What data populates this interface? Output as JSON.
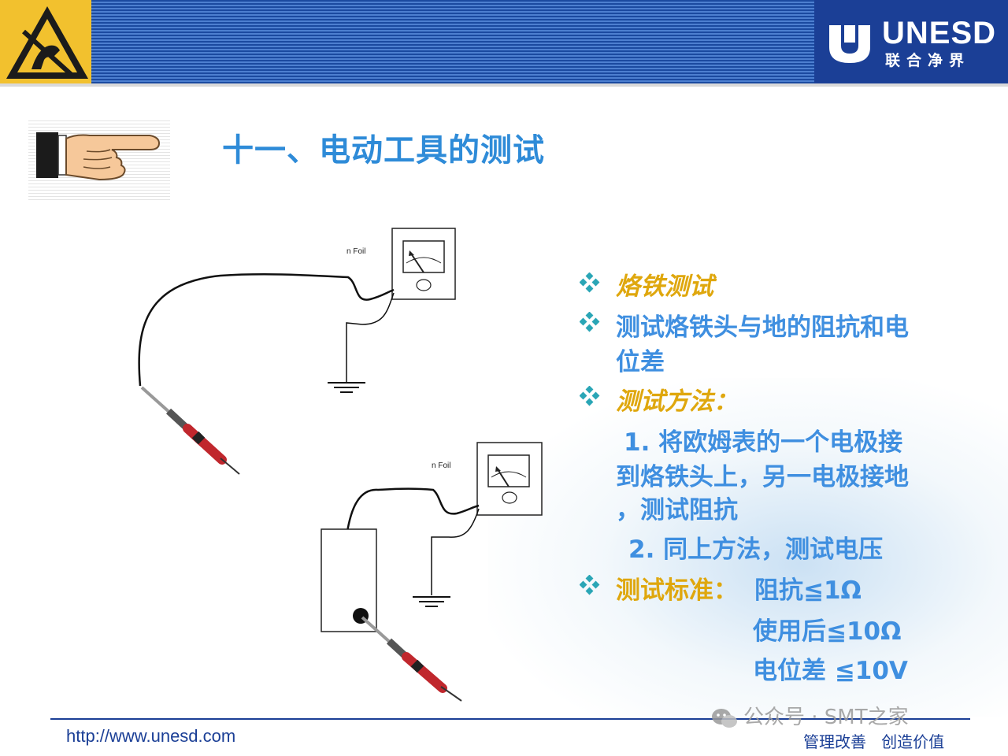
{
  "header": {
    "brand_name": "UNESD",
    "brand_sub": "联合净界"
  },
  "title": "十一、电动工具的测试",
  "bullets": [
    {
      "text": "烙铁测试",
      "style": "gold"
    },
    {
      "text": "测试烙铁头与地的阻抗和电",
      "style": "blue"
    },
    {
      "text": "位差",
      "style": "blue"
    },
    {
      "text": "测试方法：",
      "style": "gold"
    },
    {
      "text": "1. 将欧姆表的一个电极接",
      "style": "blue"
    },
    {
      "text": "到烙铁头上，另一电极接地",
      "style": "blue"
    },
    {
      "text": "，测试阻抗",
      "style": "blue"
    },
    {
      "text": "2. 同上方法，测试电压",
      "style": "blue"
    },
    {
      "text": "测试标准：",
      "style": "gold"
    },
    {
      "text": "阻抗≦1Ω",
      "style": "blue"
    },
    {
      "text": "使用后≦10Ω",
      "style": "blue"
    },
    {
      "text": "电位差 ≦10V",
      "style": "blue"
    }
  ],
  "diagram": {
    "foil_label_1": "n Foil",
    "foil_label_2": "n Foil"
  },
  "footer": {
    "url": "http://www.unesd.com",
    "motto": "管理改善   创造价值",
    "watermark": "公众号 · SMT之家"
  },
  "colors": {
    "title": "#2e8bd8",
    "bullet_blue": "#3f8fe0",
    "bullet_gold": "#dfa70d",
    "header_blue": "#1b3f96",
    "esd_yellow": "#f2c12e"
  }
}
